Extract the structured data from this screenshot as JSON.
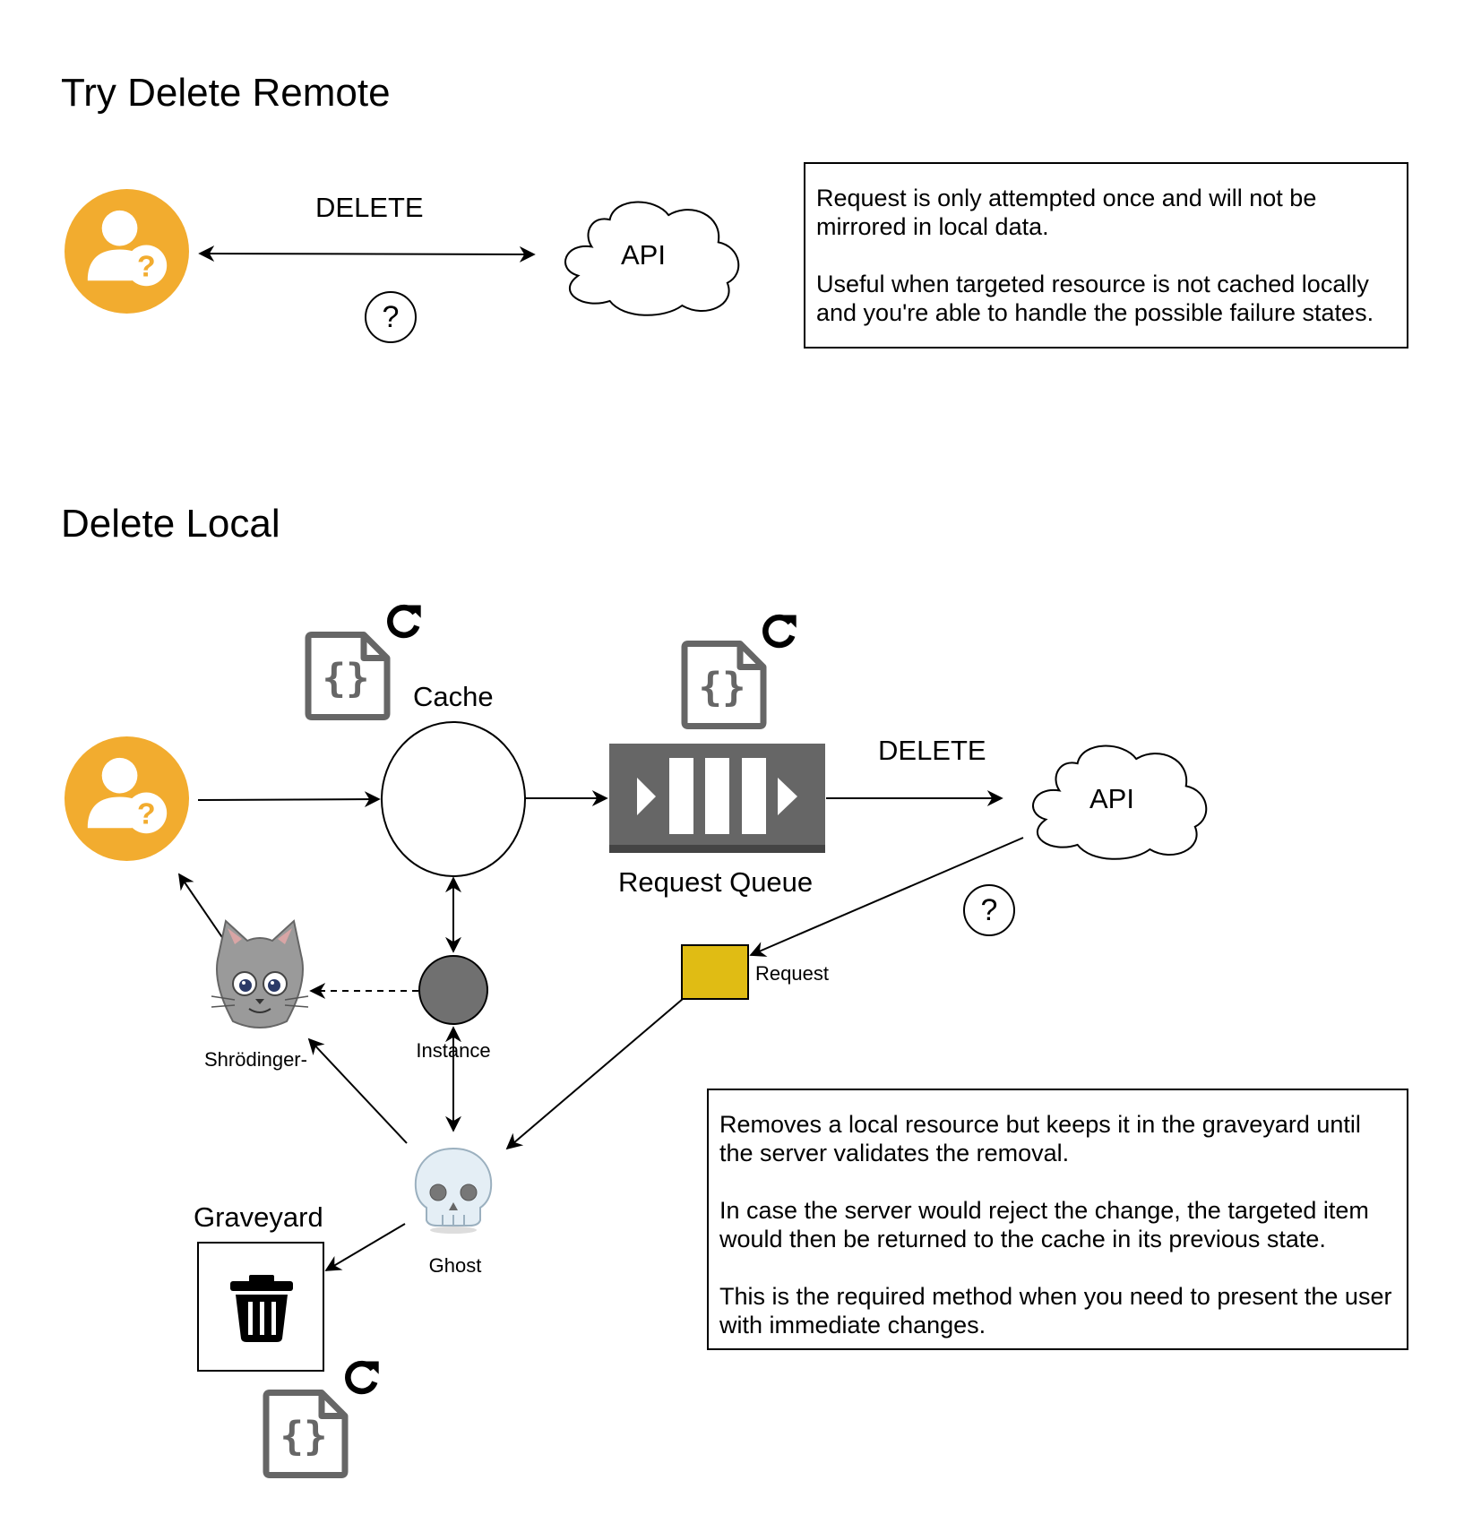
{
  "sections": {
    "remote": {
      "title": "Try Delete Remote",
      "method_label": "DELETE",
      "api_label": "API",
      "unknown_symbol": "?",
      "note_paragraphs": [
        "Request is only attempted once and will not be mirrored in local data.",
        "Useful when targeted resource is not cached locally and you're able to handle the possible failure states."
      ]
    },
    "local": {
      "title": "Delete Local",
      "cache_label": "Cache",
      "queue_label": "Request Queue",
      "method_label": "DELETE",
      "api_label": "API",
      "unknown_symbol": "?",
      "request_label": "Request",
      "instance_label": "Instance",
      "schrodinger_label": "Shrödinger-",
      "ghost_label": "Ghost",
      "graveyard_label": "Graveyard",
      "note_paragraphs": [
        "Removes a local resource but keeps it in the graveyard until the server validates the removal.",
        "In case the server would reject the change, the targeted item would then be returned to the cache in its previous state.",
        "This is the required method when you need to present the user with immediate changes."
      ]
    }
  },
  "icons": {
    "user": "user-question-icon",
    "json_file": "json-file-icon",
    "refresh": "refresh-icon",
    "queue": "message-queue-icon",
    "cloud": "cloud-icon",
    "cat": "cat-face-icon",
    "skull": "skull-icon",
    "trash": "trash-icon"
  },
  "colors": {
    "user_badge": "#F2AC2F",
    "queue": "#666666",
    "instance": "#707070",
    "request_box": "#E0BC14",
    "json_icon": "#666666"
  }
}
